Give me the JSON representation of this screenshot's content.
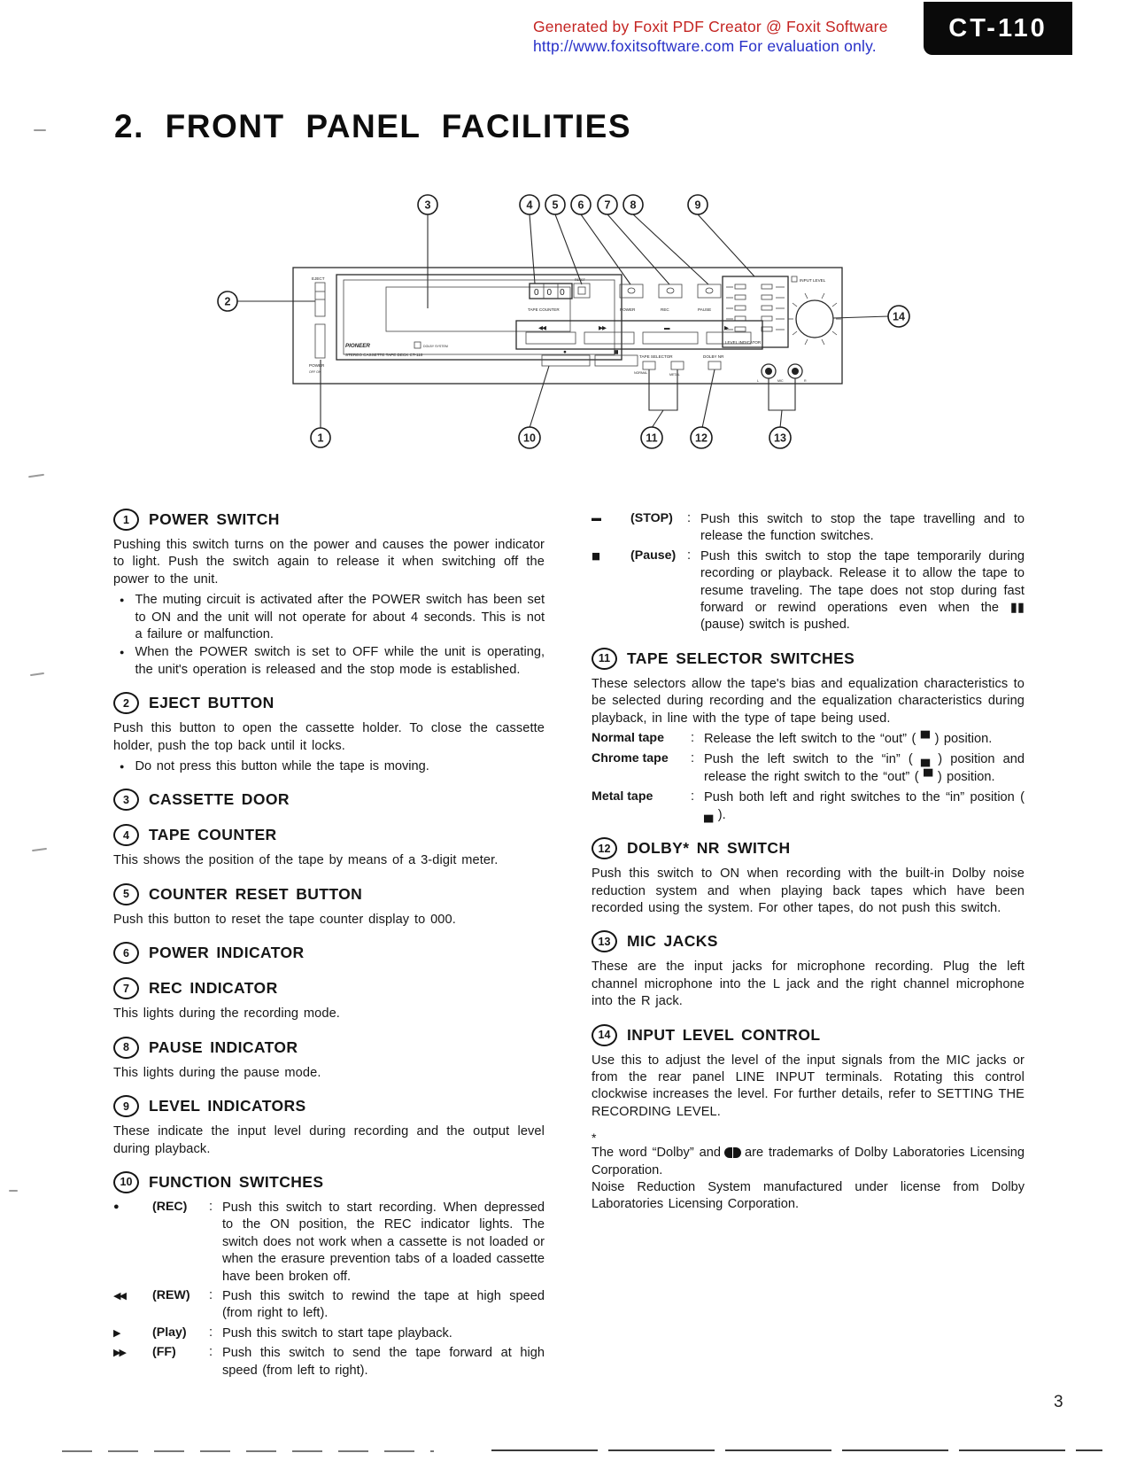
{
  "header": {
    "line1": "Generated by Foxit PDF Creator @ Foxit Software",
    "line2": "http://www.foxitsoftware.com   For evaluation only.",
    "badge": "CT-110"
  },
  "title": "2. FRONT PANEL FACILITIES",
  "page_number": "3",
  "diagram": {
    "callouts": [
      "1",
      "2",
      "3",
      "4",
      "5",
      "6",
      "7",
      "8",
      "9",
      "10",
      "11",
      "12",
      "13",
      "14"
    ],
    "panel": {
      "eject": "EJECT",
      "power_label": "POWER",
      "power_sub": "OFF  ON",
      "brand": "PIONEER",
      "dolby_system": "DOLBY SYSTEM",
      "deck_line": "STEREO CASSETTE TAPE DECK    CT-110",
      "counter_value": "000",
      "reset": "RESET",
      "tape_counter": "TAPE COUNTER",
      "power_ind": "POWER",
      "rec_ind": "REC",
      "pause_ind": "PAUSE",
      "level_indicator": "LEVEL INDICATOR",
      "input_level": "INPUT LEVEL",
      "rew_icon": "◀◀",
      "ff_icon": "▶▶",
      "stop_icon": "▬",
      "play_icon": "▶",
      "rec_icon": "●",
      "pause_icon": "▮▮",
      "tape_selector": "TAPE SELECTOR",
      "normal": "NORMAL",
      "metal": "METAL",
      "dolby_nr": "DOLBY NR",
      "mic": "MIC",
      "jack_l": "L",
      "jack_r": "R"
    }
  },
  "sections": [
    {
      "num": "1",
      "heading": "POWER SWITCH",
      "para": "Pushing this switch turns on the power and causes the power indi­cator to light. Push the switch again to release it when switching off the power to the unit.",
      "bullets": [
        "The muting circuit is activated after the POWER switch has been set to ON and the unit will not operate for about 4 seconds. This is not a failure or malfunction.",
        "When the POWER switch is set to OFF while the unit is operating, the unit's operation is released and the stop mode is established."
      ]
    },
    {
      "num": "2",
      "heading": "EJECT BUTTON",
      "para": "Push this button to open the cassette holder. To close the cassette holder, push the top back until it locks.",
      "bullets": [
        "Do not press this button while the tape is moving."
      ]
    },
    {
      "num": "3",
      "heading": "CASSETTE DOOR"
    },
    {
      "num": "4",
      "heading": "TAPE COUNTER",
      "para": "This shows the position of the tape by means of a 3-digit meter."
    },
    {
      "num": "5",
      "heading": "COUNTER RESET BUTTON",
      "para": "Push this button to reset the tape counter display to 000."
    },
    {
      "num": "6",
      "heading": "POWER INDICATOR"
    },
    {
      "num": "7",
      "heading": "REC INDICATOR",
      "para": "This lights during the recording mode."
    },
    {
      "num": "8",
      "heading": "PAUSE INDICATOR",
      "para": "This lights during the pause mode."
    },
    {
      "num": "9",
      "heading": "LEVEL INDICATORS",
      "para": "These indicate the input level during recording and the output level during playback."
    },
    {
      "num": "10",
      "heading": "FUNCTION SWITCHES"
    },
    {
      "num": "11",
      "heading": "TAPE SELECTOR SWITCHES",
      "para": "These selectors allow the tape's bias and equalization characteristics to be selected during recording and the equalization characteristics during playback, in line with the type of tape being used."
    },
    {
      "num": "12",
      "heading": "DOLBY* NR SWITCH",
      "para": "Push this switch to ON when recording with the built-in Dolby noise reduction system and when playing back tapes which have been recorded using the system. For other tapes, do not push this switch."
    },
    {
      "num": "13",
      "heading": "MIC JACKS",
      "para": "These are the input jacks for microphone recording. Plug the left channel microphone into the L jack and the right channel micro­phone into the R jack."
    },
    {
      "num": "14",
      "heading": "INPUT LEVEL CONTROL",
      "para": "Use this to adjust the level of the input signals from the MIC jacks or from the rear panel LINE INPUT terminals. Rotating this control clockwise increases the level. For further details, refer to SETTING THE RECORDING LEVEL."
    }
  ],
  "function_defs": [
    {
      "icon": "●",
      "term": "(REC)",
      "desc": "Push this switch to start recording. When depressed to the ON position, the REC indicator lights. The switch does not work when a cassette is not loaded or when the erasure prevention tabs of a loaded cassette have been broken off."
    },
    {
      "icon": "◀◀",
      "term": "(REW)",
      "desc": "Push this switch to rewind the tape at high speed (from right to left)."
    },
    {
      "icon": "▶",
      "term": "(Play)",
      "desc": "Push this switch to start tape playback."
    },
    {
      "icon": "▶▶",
      "term": "(FF)",
      "desc": "Push this switch to send the tape forward at high speed (from left to right)."
    },
    {
      "icon": "▬",
      "term": "(STOP)",
      "desc": "Push this switch to stop the tape travelling and to release the function switches."
    },
    {
      "icon": "▮▮",
      "term": "(Pause)",
      "desc": "Push this switch to stop the tape temporarily during recording or playback. Release it to allow the tape to resume traveling. The tape does not stop during fast forward or re­wind operations even when the ▮▮ (pause) switch is pushed."
    }
  ],
  "selector_defs": [
    {
      "term": "Normal tape",
      "desc": "Release the left switch to the “out” ( ▀ ) posi­tion."
    },
    {
      "term": "Chrome tape",
      "desc": "Push the left switch to the “in” ( ▄ ) position and release the right switch to the “out” ( ▀ ) position."
    },
    {
      "term": "Metal tape",
      "desc": "Push both left and right switches to the “in” position ( ▄ )."
    }
  ],
  "footnote": {
    "star": "*",
    "part1": "The word “Dolby” and",
    "part2": "are trademarks of Dolby Laboratories Licensing Corporation.",
    "line2": "Noise Reduction System manufactured under license from Dolby Laboratories Licensing Corporation."
  }
}
